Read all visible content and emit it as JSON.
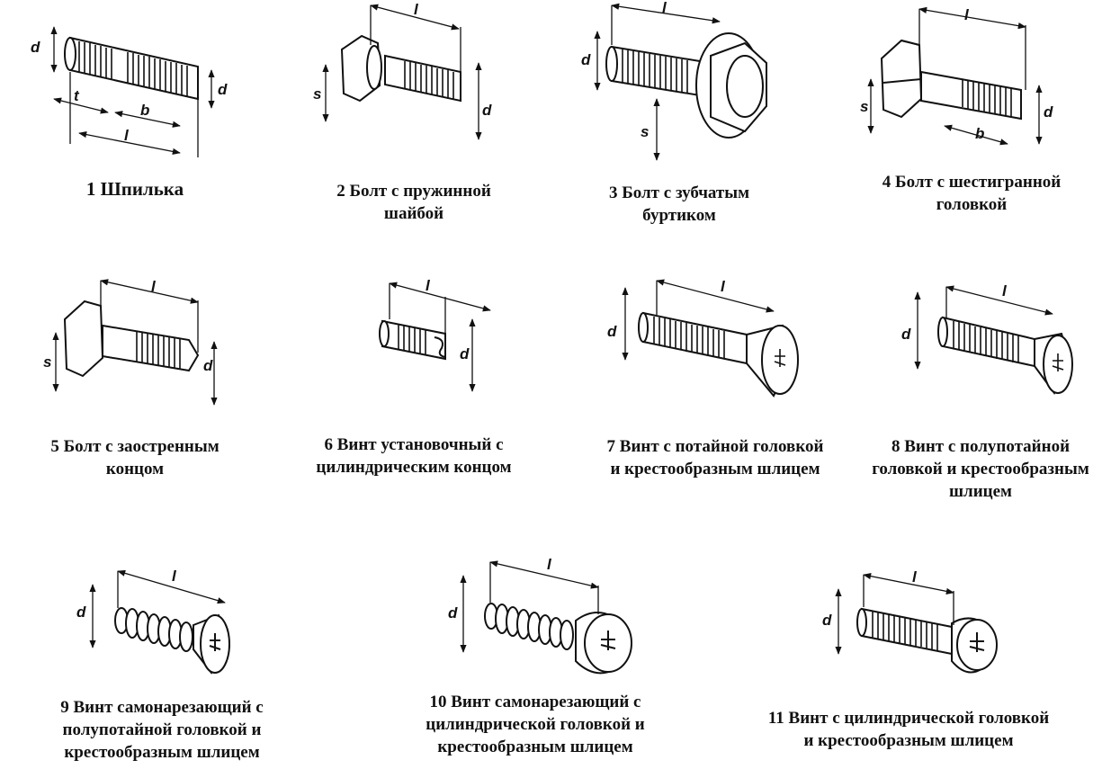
{
  "dimension_labels": {
    "d": "d",
    "l": "l",
    "b": "b",
    "s": "s",
    "t": "t"
  },
  "items": [
    {
      "lines": [
        "1  Шпилька"
      ]
    },
    {
      "lines": [
        "2  Болт с пружинной",
        "шайбой"
      ]
    },
    {
      "lines": [
        "3  Болт с зубчатым",
        "буртиком"
      ]
    },
    {
      "lines": [
        "4  Болт с шестигранной",
        "головкой"
      ]
    },
    {
      "lines": [
        "5  Болт с заостренным",
        "концом"
      ]
    },
    {
      "lines": [
        "6   Винт установочный с",
        "цилиндрическим концом"
      ]
    },
    {
      "lines": [
        "7  Винт с потайной головкой",
        "и крестообразным шлицем"
      ]
    },
    {
      "lines": [
        "8   Винт с   полупотайной",
        "головкой и крестообразным",
        "шлицем"
      ]
    },
    {
      "lines": [
        "9  Винт самонарезающий с",
        "полупотайной  головкой и",
        "крестообразным шлицем"
      ]
    },
    {
      "lines": [
        "10  Винт самонарезающий с",
        "цилиндрической головкой и",
        "крестообразным шлицем"
      ]
    },
    {
      "lines": [
        "11  Винт с цилиндрической головкой",
        "и крестообразным шлицем"
      ]
    }
  ]
}
